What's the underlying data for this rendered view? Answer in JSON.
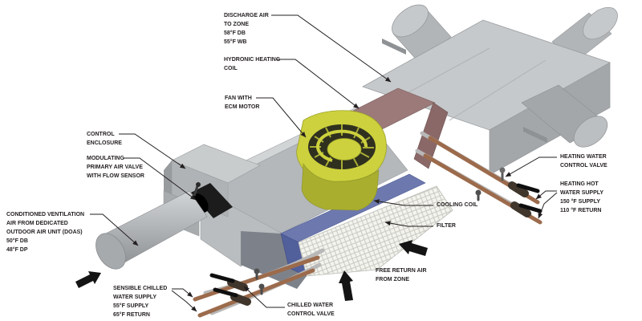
{
  "diagram": {
    "labels": {
      "discharge_air": "DISCHARGE AIR\nTO ZONE\n58°F DB\n55°F WB",
      "hydronic_heating_coil": "HYDRONIC HEATING\nCOIL",
      "fan_ecm": "FAN WITH\nECM MOTOR",
      "control_enclosure": "CONTROL\nENCLOSURE",
      "modulating_primary_air_valve": "MODULATING\nPRIMARY AIR VALVE\nWITH FLOW SENSOR",
      "conditioned_ventilation": "CONDITIONED VENTILATION\nAIR FROM DEDICATED\nOUTDOOR AIR UNIT (DOAS)\n50°F DB\n48°F DP",
      "heating_water_control_valve": "HEATING WATER\nCONTROL VALVE",
      "heating_hot_water": "HEATING HOT\nWATER SUPPLY\n150 °F SUPPLY\n110 °F RETURN",
      "cooling_coil": "COOLING COIL",
      "filter": "FILTER",
      "free_return_air": "FREE RETURN AIR\nFROM ZONE",
      "sensible_chilled_water": "SENSIBLE CHILLED\nWATER SUPPLY\n55°F SUPPLY\n65°F RETURN",
      "chilled_water_control_valve": "CHILLED WATER\nCONTROL VALVE"
    },
    "colors": {
      "heating_coil_top": "#9c7a79",
      "heating_coil_front": "#7e605f",
      "heating_coil_side": "#8a6867",
      "cooling_coil_top": "#6d79ae",
      "cooling_coil_front": "#515f9b",
      "fan_body": "#ccd13d",
      "fan_drum": "#a9ae2e",
      "casing_light": "#c6c9cb",
      "casing_mid": "#b4b8ba",
      "casing_dark": "#a4a7aa",
      "pipe_copper": "#9c6b4c",
      "pipe_insulated": "#b8b8b8",
      "leader": "#231f20",
      "arrow_black": "#141414"
    }
  }
}
